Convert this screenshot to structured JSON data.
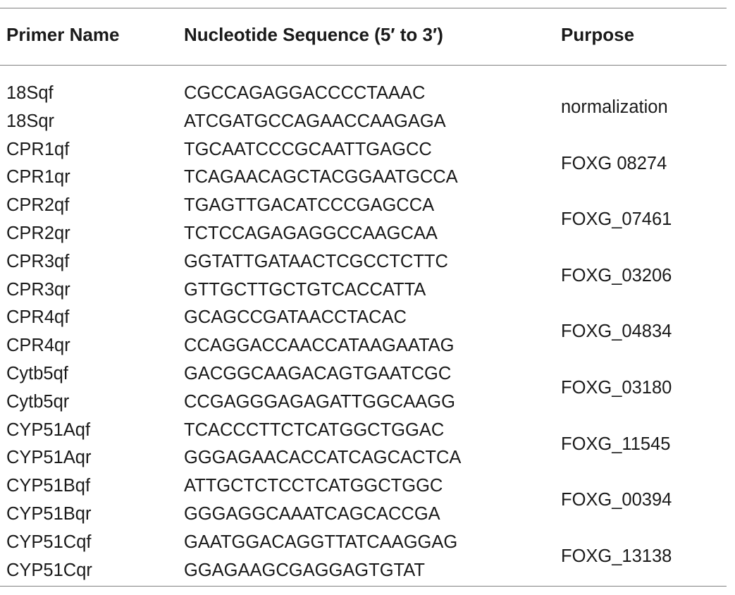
{
  "headers": {
    "name": "Primer Name",
    "sequence": "Nucleotide Sequence (5′ to 3′)",
    "purpose": "Purpose"
  },
  "pairs": [
    {
      "purpose": "normalization",
      "rows": [
        {
          "name": "18Sqf",
          "sequence": "CGCCAGAGGACCCCTAAAC"
        },
        {
          "name": "18Sqr",
          "sequence": "ATCGATGCCAGAACCAAGAGA"
        }
      ]
    },
    {
      "purpose": "FOXG 08274",
      "rows": [
        {
          "name": "CPR1qf",
          "sequence": "TGCAATCCCGCAATTGAGCC"
        },
        {
          "name": "CPR1qr",
          "sequence": "TCAGAACAGCTACGGAATGCCA"
        }
      ]
    },
    {
      "purpose": "FOXG_07461",
      "rows": [
        {
          "name": "CPR2qf",
          "sequence": "TGAGTTGACATCCCGAGCCA"
        },
        {
          "name": "CPR2qr",
          "sequence": "TCTCCAGAGAGGCCAAGCAA"
        }
      ]
    },
    {
      "purpose": "FOXG_03206",
      "rows": [
        {
          "name": "CPR3qf",
          "sequence": "GGTATTGATAACTCGCCTCTTC"
        },
        {
          "name": "CPR3qr",
          "sequence": "GTTGCTTGCTGTCACCATTA"
        }
      ]
    },
    {
      "purpose": "FOXG_04834",
      "rows": [
        {
          "name": "CPR4qf",
          "sequence": "GCAGCCGATAACCTACAC"
        },
        {
          "name": "CPR4qr",
          "sequence": "CCAGGACCAACCATAAGAATAG"
        }
      ]
    },
    {
      "purpose": "FOXG_03180",
      "rows": [
        {
          "name": "Cytb5qf",
          "sequence": "GACGGCAAGACAGTGAATCGC"
        },
        {
          "name": "Cytb5qr",
          "sequence": "CCGAGGGAGAGATTGGCAAGG"
        }
      ]
    },
    {
      "purpose": "FOXG_11545",
      "rows": [
        {
          "name": "CYP51Aqf",
          "sequence": "TCACCCTTCTCATGGCTGGAC"
        },
        {
          "name": "CYP51Aqr",
          "sequence": "GGGAGAACACCATCAGCACTCA"
        }
      ]
    },
    {
      "purpose": "FOXG_00394",
      "rows": [
        {
          "name": "CYP51Bqf",
          "sequence": "ATTGCTCTCCTCATGGCTGGC"
        },
        {
          "name": "CYP51Bqr",
          "sequence": "GGGAGGCAAATCAGCACCGA"
        }
      ]
    },
    {
      "purpose": "FOXG_13138",
      "rows": [
        {
          "name": "CYP51Cqf",
          "sequence": "GAATGGACAGGTTATCAAGGAG"
        },
        {
          "name": "CYP51Cqr",
          "sequence": "GGAGAAGCGAGGAGTGTAT"
        }
      ]
    }
  ]
}
